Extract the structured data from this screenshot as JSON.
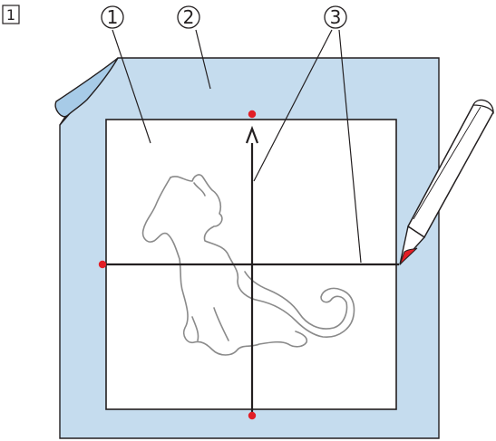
{
  "step_number": "1",
  "callouts": [
    {
      "id": "1",
      "text": "1"
    },
    {
      "id": "2",
      "text": "2"
    },
    {
      "id": "3",
      "text": "3"
    }
  ],
  "colors": {
    "stabilizer": "#c5dcee",
    "stabilizer_fold": "#a7cbe7",
    "line": "#231f20",
    "marker": "#e21e26",
    "pencil_tip": "#e21e26",
    "cat_outline": "#8a8a8a"
  },
  "icons": {
    "pencil": "pencil-icon",
    "cat": "cat-outline-icon"
  }
}
